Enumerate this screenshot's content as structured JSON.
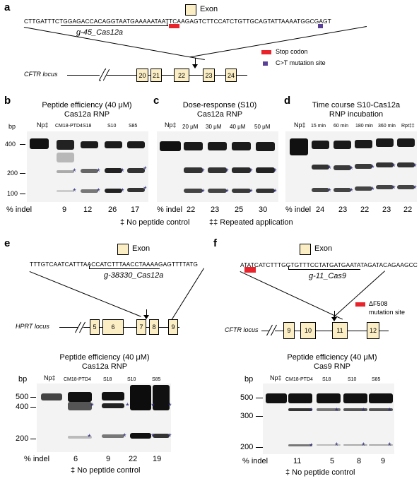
{
  "panel_a": {
    "letter": "a",
    "exon_label": "Exon",
    "sequence": "CTTGATTTCTGGAGACCACAGGTAATGAAAAATAATTCAAGAGTCTTCCATCTGTTGCAGTATTAAAATGGCGAGT",
    "guide_name": "g-45_Cas12a",
    "legend_stop": "Stop codon",
    "legend_mut": "C>T mutation site",
    "locus_label": "CFTR locus",
    "exons": [
      "20",
      "21",
      "22",
      "23",
      "24"
    ]
  },
  "panel_b": {
    "letter": "b",
    "title1": "Peptide efficiency (40 μM)",
    "title2": "Cas12a RNP",
    "bp_label": "bp",
    "bp_ticks": [
      "400",
      "200",
      "100"
    ],
    "lanes": [
      "Np‡",
      "CM18-PTD4",
      "S18",
      "S10",
      "S85"
    ],
    "indel_label": "% indel",
    "indel_values": [
      "9",
      "12",
      "26",
      "17"
    ]
  },
  "panel_c": {
    "letter": "c",
    "title1": "Dose-response (S10)",
    "title2": "Cas12a RNP",
    "lanes": [
      "Np‡",
      "20 μM",
      "30 μM",
      "40 μM",
      "50 μM"
    ],
    "indel_label": "% indel",
    "indel_values": [
      "22",
      "23",
      "25",
      "30"
    ]
  },
  "panel_d": {
    "letter": "d",
    "title1": "Time course S10-Cas12a",
    "title2": "RNP incubation",
    "lanes": [
      "Np‡",
      "15 min",
      "60 min",
      "180 min",
      "360 min",
      "Rpt‡‡"
    ],
    "indel_label": "% indel",
    "indel_values": [
      "24",
      "23",
      "22",
      "23",
      "22"
    ]
  },
  "footnote_top": {
    "np": "‡ No peptide control",
    "rpt": "‡‡ Repeated application"
  },
  "panel_e": {
    "letter": "e",
    "exon_label": "Exon",
    "sequence": "TTTGTCAATCATTTAACCATCTTTAACCTAAAAGAGTTTTATG",
    "guide_name": "g-38330_Cas12a",
    "locus_label": "HPRT locus",
    "exons": [
      "5",
      "6",
      "7",
      "8",
      "9"
    ],
    "title1": "Peptide efficiency (40 μM)",
    "title2": "Cas12a RNP",
    "bp_label": "bp",
    "bp_ticks": [
      "500",
      "400",
      "200"
    ],
    "lanes": [
      "Np‡",
      "CM18-PTD4",
      "S18",
      "S10",
      "S85"
    ],
    "indel_label": "% indel",
    "indel_values": [
      "6",
      "9",
      "22",
      "19"
    ],
    "footnote": "‡ No peptide control"
  },
  "panel_f": {
    "letter": "f",
    "exon_label": "Exon",
    "sequence": "ATATCATCTTTGGTGTTTCCTATGATGAATATAGATACAGAAGCC",
    "guide_name": "g-11_Cas9",
    "legend_mut1": "ΔF508",
    "legend_mut2": "mutation site",
    "locus_label": "CFTR locus",
    "exons": [
      "9",
      "10",
      "11",
      "12"
    ],
    "title1": "Peptide efficiency (40 μM)",
    "title2": "Cas9 RNP",
    "bp_label": "bp",
    "bp_ticks": [
      "500",
      "300",
      "200"
    ],
    "lanes": [
      "Np‡",
      "CM18-PTD4",
      "S18",
      "S10",
      "S85"
    ],
    "indel_label": "% indel",
    "indel_values": [
      "11",
      "5",
      "8",
      "9"
    ],
    "footnote": "‡ No peptide control"
  },
  "colors": {
    "exon_fill": "#fbeec4",
    "stop_codon": "#e8232b",
    "mutation_site": "#5a3f96",
    "star": "#2c2c7a"
  }
}
